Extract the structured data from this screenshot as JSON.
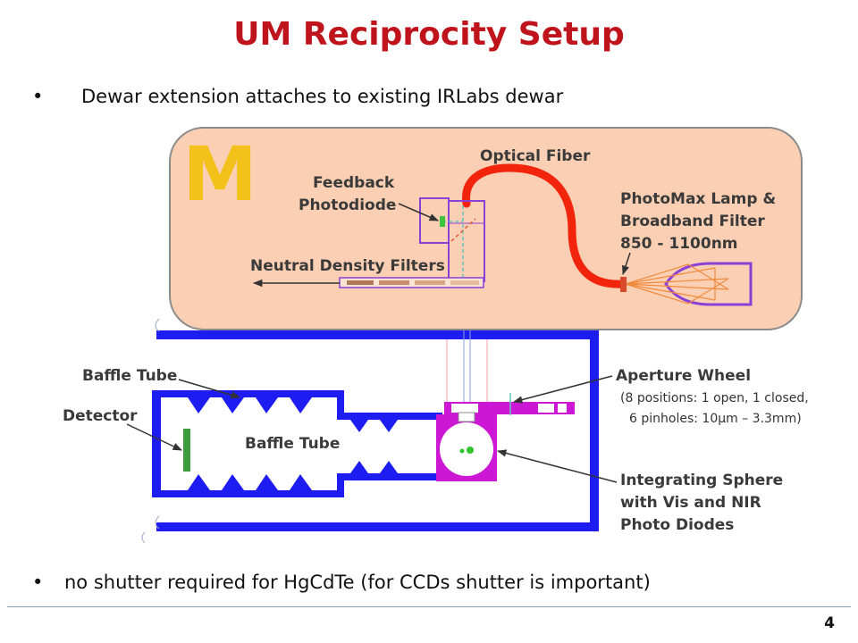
{
  "title": "UM Reciprocity Setup",
  "bullets": [
    "Dewar extension attaches to existing IRLabs dewar",
    "no shutter required for HgCdTe  (for CCDs shutter is important)"
  ],
  "bullet_marker": "•",
  "page_number": "4",
  "logo_text": "M",
  "labels": {
    "optical_fiber": "Optical Fiber",
    "feedback_line1": "Feedback",
    "feedback_line2": "Photodiode",
    "lamp_line1": "PhotoMax Lamp &",
    "lamp_line2": "Broadband Filter",
    "lamp_line3": "850 - 1100nm",
    "nd_filters": "Neutral Density Filters",
    "baffle_tube_outer": "Baffle Tube",
    "detector": "Detector",
    "baffle_tube_inner": "Baffle Tube",
    "aperture_wheel": "Aperture Wheel",
    "aperture_note1": "(8 positions: 1 open,  1 closed,",
    "aperture_note2": "6 pinholes:  10μm – 3.3mm)",
    "sphere_line1": "Integrating Sphere",
    "sphere_line2": "with Vis and NIR",
    "sphere_line3": "Photo Diodes"
  },
  "colors": {
    "title": "#c0141c",
    "enclosure_fill": "#fbcfb3",
    "enclosure_stroke": "#8a8a8a",
    "logo": "#f2c21b",
    "dewar": "#1d1df2",
    "fiber": "#f2240c",
    "purple": "#8a3fd6",
    "magenta": "#cc18d4",
    "lamp_rays": "#f08a3c",
    "detector": "#3f9b3f",
    "label": "#3a3a3a"
  }
}
